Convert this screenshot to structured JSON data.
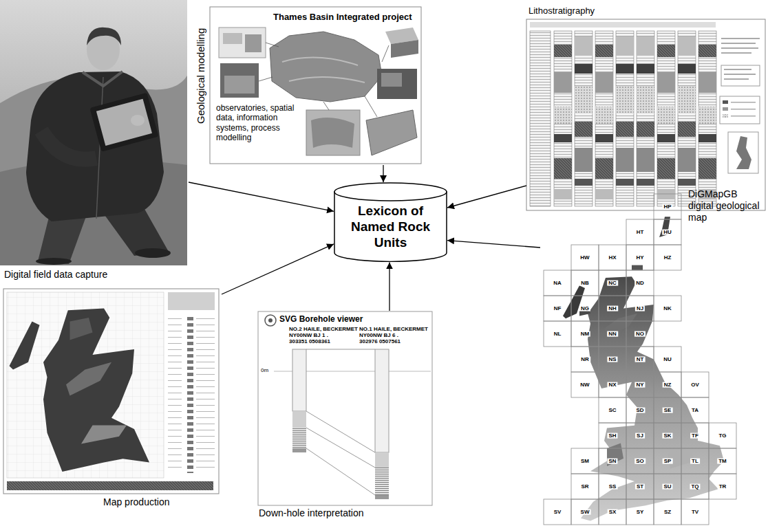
{
  "diagram": {
    "nodes": [
      {
        "text": [
          "Digital field data capture"
        ]
      },
      {
        "text": [
          "Geological modelling",
          "Thames Basin Integrated project",
          "observatories, spatial data, information systems, process modelling"
        ]
      },
      {
        "text": [
          "Lithostratigraphy"
        ]
      },
      {
        "text": [
          "Lexicon of Named Rock Units"
        ]
      },
      {
        "text": [
          "DiGMapGB digital geological map"
        ]
      },
      {
        "text": [
          "Map production"
        ]
      },
      {
        "text": [
          "Down-hole interpretation",
          "SVG Borehole viewer"
        ]
      }
    ],
    "edges": [
      {
        "from": 0,
        "to": 3,
        "arrow": "to"
      },
      {
        "from": 1,
        "to": 3,
        "arrow": "to"
      },
      {
        "from": 2,
        "to": 3,
        "arrow": "to"
      },
      {
        "from": 4,
        "to": 3,
        "arrow": "to"
      },
      {
        "from": 5,
        "to": 3,
        "arrow": "to"
      },
      {
        "from": 6,
        "to": 3,
        "arrow": "to"
      }
    ],
    "labels": [
      "NO.2 HAILE, BECKERMET",
      "NY00NW BJ 1 .",
      "303351 0508361",
      "NO.1 HAILE, BECKERMET",
      "NY00NW BJ 6 .",
      "302976 0507561",
      "0m",
      "HP",
      "HT",
      "HU",
      "HW",
      "HX",
      "HY",
      "HZ",
      "NA",
      "NB",
      "NC",
      "ND",
      "NF",
      "NG",
      "NH",
      "NJ",
      "NK",
      "NL",
      "NM",
      "NN",
      "NO",
      "NR",
      "NS",
      "NT",
      "NU",
      "NW",
      "NX",
      "NY",
      "NZ",
      "OV",
      "SC",
      "SD",
      "SE",
      "TA",
      "SH",
      "SJ",
      "SK",
      "TF",
      "TG",
      "SM",
      "SN",
      "SO",
      "SP",
      "TL",
      "TM",
      "SR",
      "SS",
      "ST",
      "SU",
      "TQ",
      "TR",
      "SV",
      "SW",
      "SX",
      "SY",
      "SZ",
      "TV"
    ]
  }
}
